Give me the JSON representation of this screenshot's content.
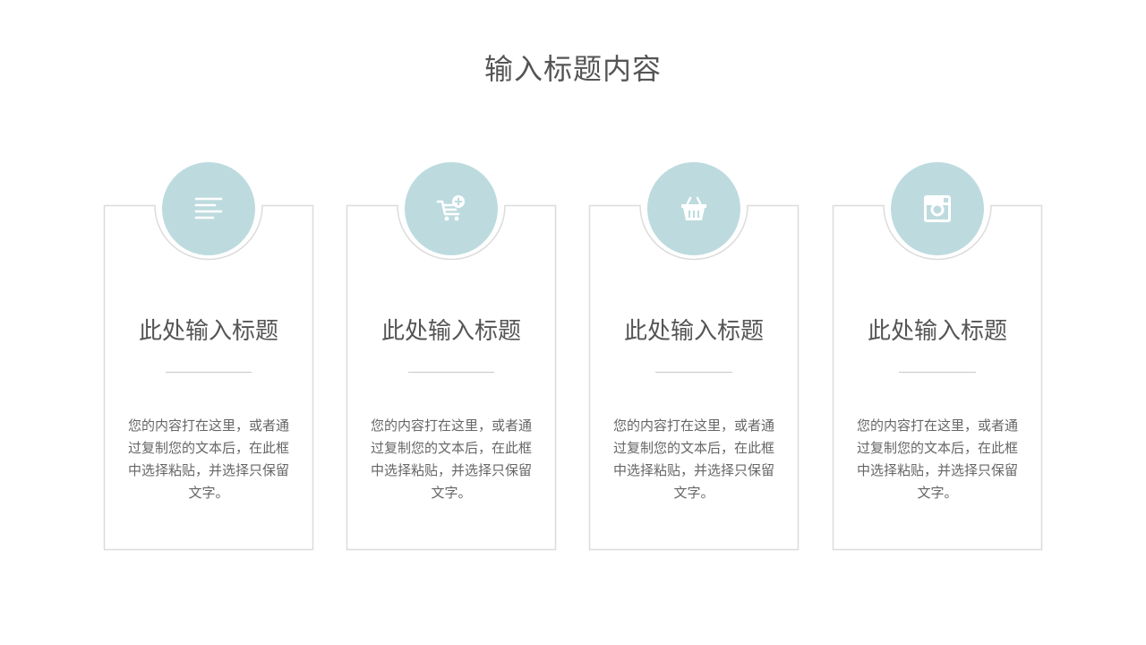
{
  "page": {
    "title": "输入标题内容"
  },
  "theme": {
    "accent": "#bddbdf",
    "border": "#dcdcdc",
    "text": "#555555"
  },
  "cards": [
    {
      "icon": "text-align-left-icon",
      "title": "此处输入标题",
      "body": "您的内容打在这里，或者通过复制您的文本后，在此框中选择粘贴，并选择只保留文字。"
    },
    {
      "icon": "cart-add-icon",
      "title": "此处输入标题",
      "body": "您的内容打在这里，或者通过复制您的文本后，在此框中选择粘贴，并选择只保留文字。"
    },
    {
      "icon": "basket-icon",
      "title": "此处输入标题",
      "body": "您的内容打在这里，或者通过复制您的文本后，在此框中选择粘贴，并选择只保留文字。"
    },
    {
      "icon": "instagram-icon",
      "title": "此处输入标题",
      "body": "您的内容打在这里，或者通过复制您的文本后，在此框中选择粘贴，并选择只保留文字。"
    }
  ]
}
